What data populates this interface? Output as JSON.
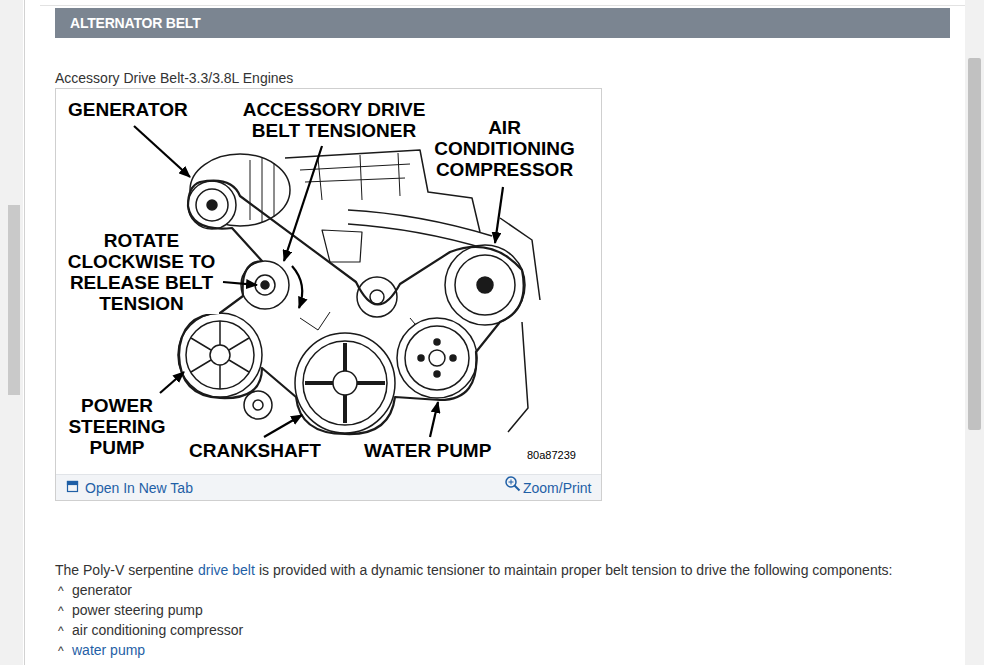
{
  "diagram": {
    "title": "ALTERNATOR BELT",
    "caption": "Accessory Drive Belt-3.3/3.8L Engines",
    "labels": [
      "GENERATOR",
      "ACCESSORY DRIVE BELT TENSIONER",
      "AIR CONDITIONING COMPRESSOR",
      "ROTATE CLOCKWISE TO RELEASE BELT TENSION",
      "POWER STEERING PUMP",
      "CRANKSHAFT",
      "WATER PUMP",
      "80a87239",
      "Open In New Tab",
      "Zoom/Print",
      "The Poly-V serpentine",
      "drive belt",
      "is provided with a dynamic tensioner to maintain proper belt tension to drive the following components:",
      "^",
      "generator",
      "^",
      "power steering pump",
      "^",
      "air conditioning compressor",
      "^",
      "water pump"
    ]
  }
}
